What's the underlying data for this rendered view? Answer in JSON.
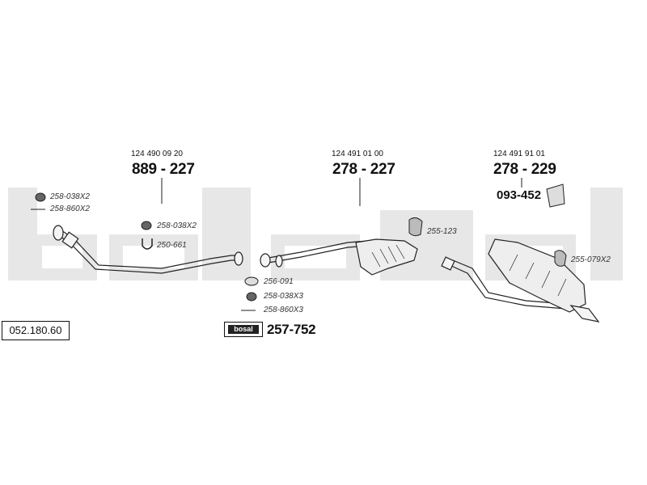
{
  "diagram_code": "052.180.60",
  "watermark": "bosal",
  "kit": {
    "badge": "bosal",
    "number": "257-752"
  },
  "sections": [
    {
      "oe_number": "124 490 09 20",
      "part_number": "889 - 227"
    },
    {
      "oe_number": "124 491 01 00",
      "part_number": "278 - 227"
    },
    {
      "oe_number": "124 491 91 01",
      "part_number": "278 - 229"
    }
  ],
  "extra_part": "093-452",
  "accessories": [
    {
      "id": "ring-a",
      "label": "258-038X2",
      "icon": "gasket-ring-icon"
    },
    {
      "id": "bolt-a",
      "label": "258-860X2",
      "icon": "bolt-icon"
    },
    {
      "id": "ring-b",
      "label": "258-038X2",
      "icon": "gasket-ring-icon"
    },
    {
      "id": "ubolt",
      "label": "250-661",
      "icon": "u-bolt-icon"
    },
    {
      "id": "hanger",
      "label": "255-123",
      "icon": "rubber-hanger-icon"
    },
    {
      "id": "hanger-b",
      "label": "255-079X2",
      "icon": "rubber-mount-icon"
    },
    {
      "id": "ring-c",
      "label": "256-091",
      "icon": "sealing-ring-icon"
    },
    {
      "id": "ring-d",
      "label": "258-038X3",
      "icon": "gasket-ring-icon"
    },
    {
      "id": "bolt-b",
      "label": "258-860X3",
      "icon": "bolt-icon"
    }
  ],
  "colors": {
    "watermark": "#e6e6e6",
    "line": "#222222",
    "part_fill": "#eeeeee"
  }
}
